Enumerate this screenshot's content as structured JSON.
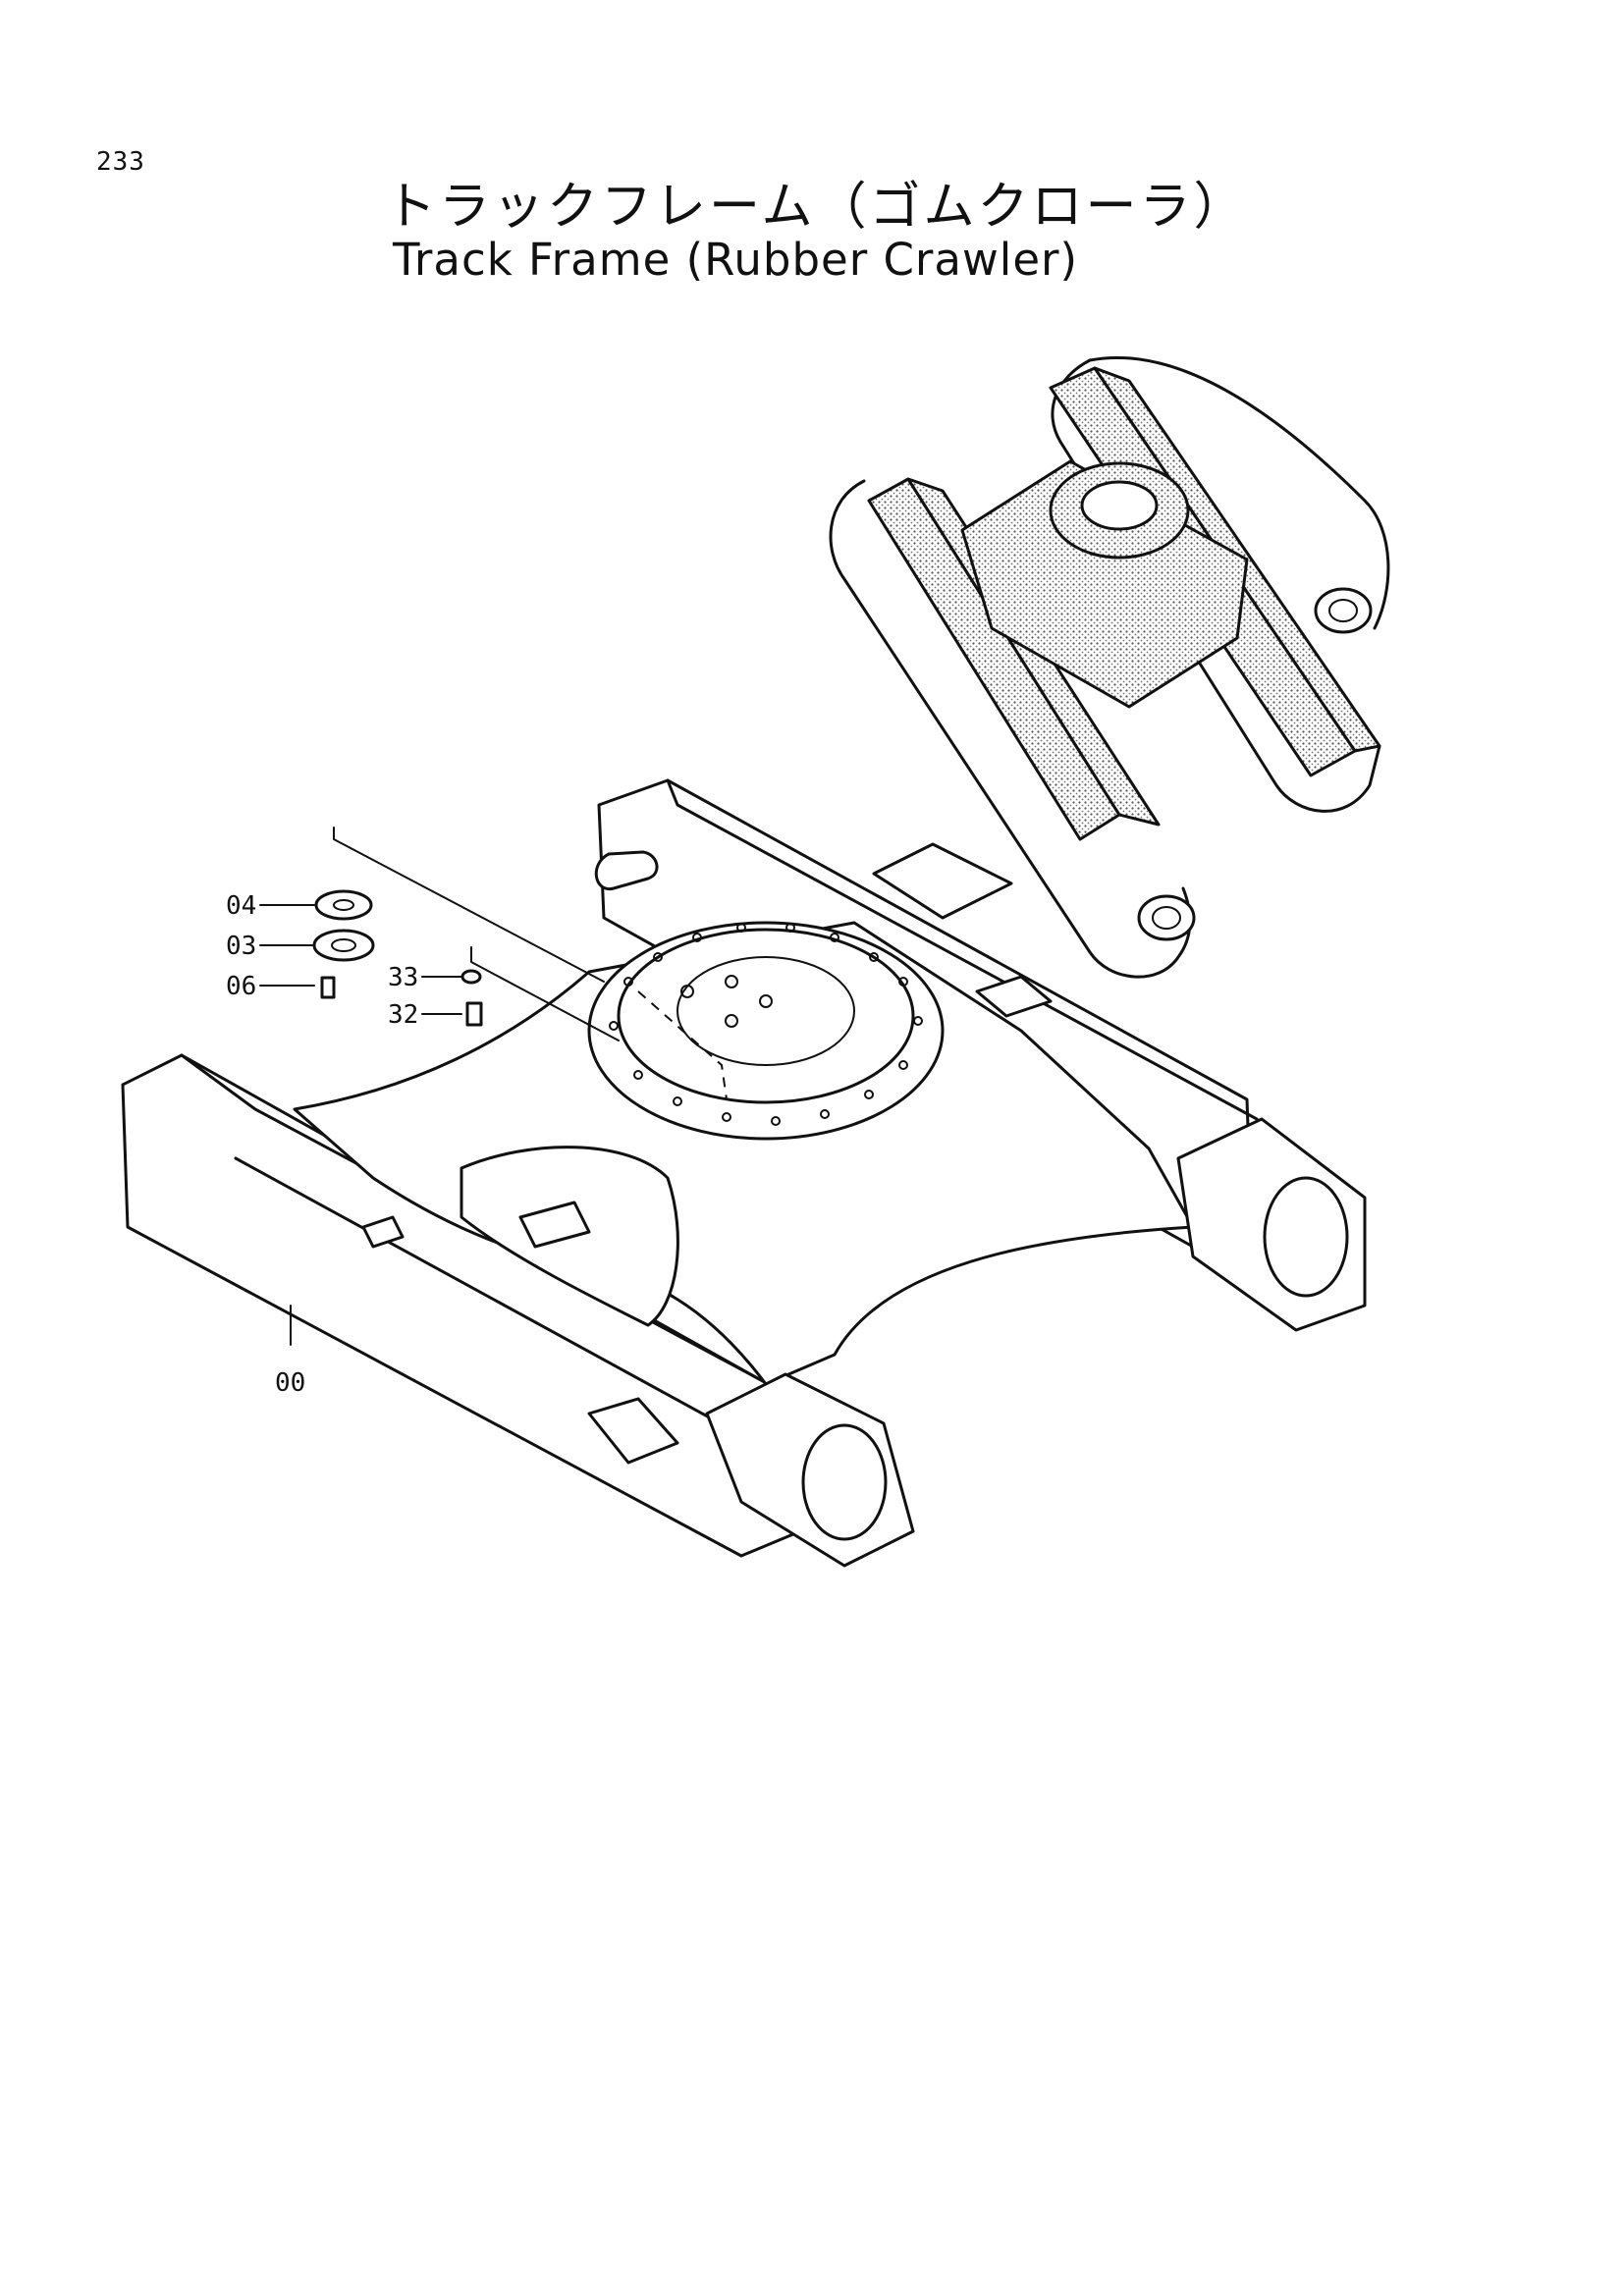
{
  "page": {
    "number": "233"
  },
  "title": {
    "japanese": "トラックフレーム（ゴムクローラ）",
    "english": "Track Frame (Rubber Crawler)"
  },
  "callouts": [
    {
      "id": "04"
    },
    {
      "id": "03"
    },
    {
      "id": "06"
    },
    {
      "id": "33"
    },
    {
      "id": "32"
    },
    {
      "id": "00"
    }
  ]
}
